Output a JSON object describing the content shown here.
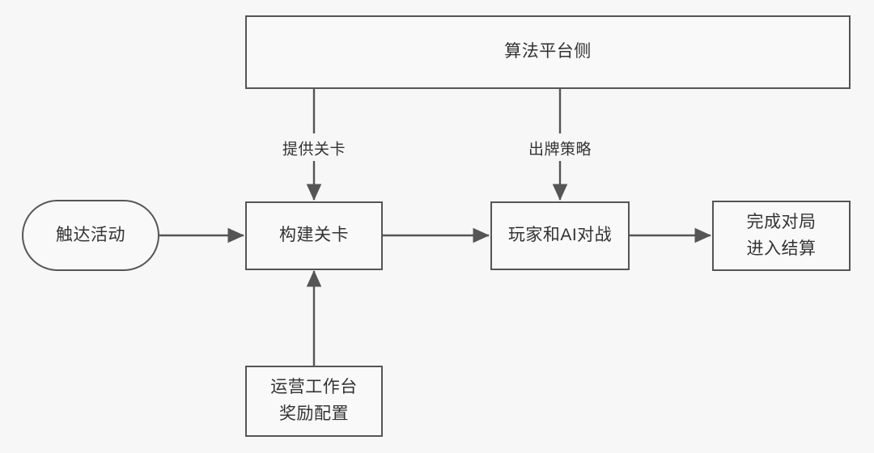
{
  "diagram": {
    "title_node": {
      "label": "算法平台侧"
    },
    "nodes": [
      {
        "id": "platform",
        "label": "算法平台侧",
        "shape": "rect"
      },
      {
        "id": "reach",
        "label": "触达活动",
        "shape": "pill"
      },
      {
        "id": "build",
        "label": "构建关卡",
        "shape": "rect"
      },
      {
        "id": "battle",
        "label": "玩家和AI对战",
        "shape": "rect"
      },
      {
        "id": "settle_l1",
        "label": "完成对局",
        "shape": "rect"
      },
      {
        "id": "settle_l2",
        "label": "进入结算",
        "shape": "rect"
      },
      {
        "id": "ops_l1",
        "label": "运营工作台",
        "shape": "rect"
      },
      {
        "id": "ops_l2",
        "label": "奖励配置",
        "shape": "rect"
      }
    ],
    "edge_labels": {
      "provide_level": "提供关卡",
      "play_strategy": "出牌策略"
    },
    "colors": {
      "background": "#f7f7f7",
      "node_fill": "#f9f9f9",
      "stroke": "#555555",
      "text": "#333333"
    }
  }
}
